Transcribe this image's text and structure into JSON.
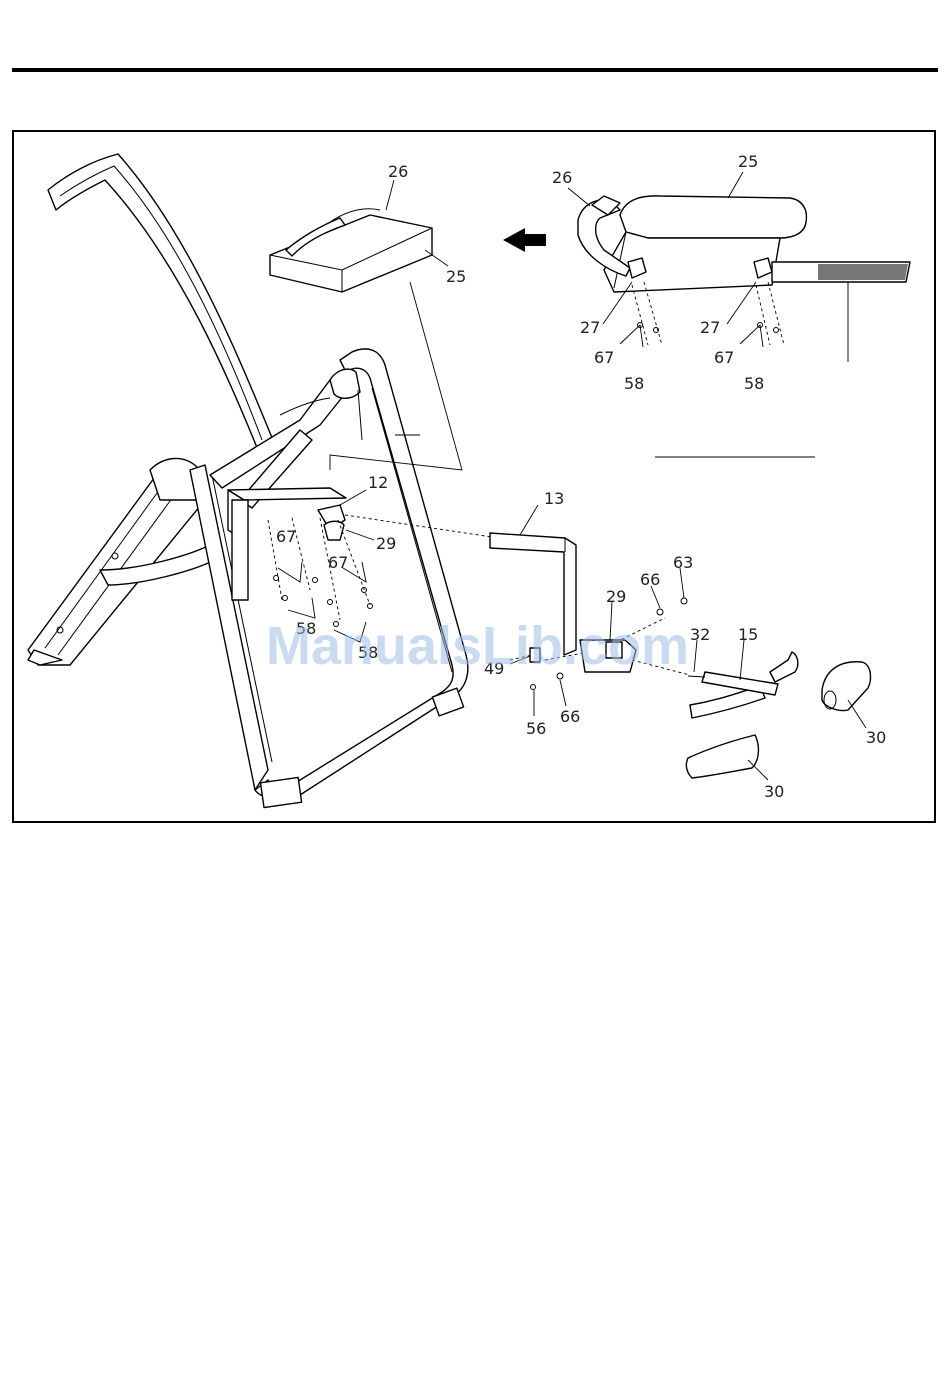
{
  "labels": {
    "main": {
      "p26": "26",
      "p25": "25",
      "p12": "12",
      "p13": "13",
      "p29": "29",
      "p67a": "67",
      "p67b": "67",
      "p58a": "58",
      "p58b": "58",
      "p29b": "29",
      "p66a": "66",
      "p63": "63",
      "p32": "32",
      "p15": "15",
      "p49": "49",
      "p56": "56",
      "p66b": "66",
      "p30a": "30",
      "p30b": "30"
    },
    "inset": {
      "p26": "26",
      "p25": "25",
      "p27a": "27",
      "p27b": "27",
      "p67a": "67",
      "p67b": "67",
      "p58a": "58",
      "p58b": "58"
    }
  },
  "watermark": "ManualsLib.com",
  "colors": {
    "ink": "#000000",
    "label": "#222222",
    "watermark": "#9fbfe6"
  }
}
